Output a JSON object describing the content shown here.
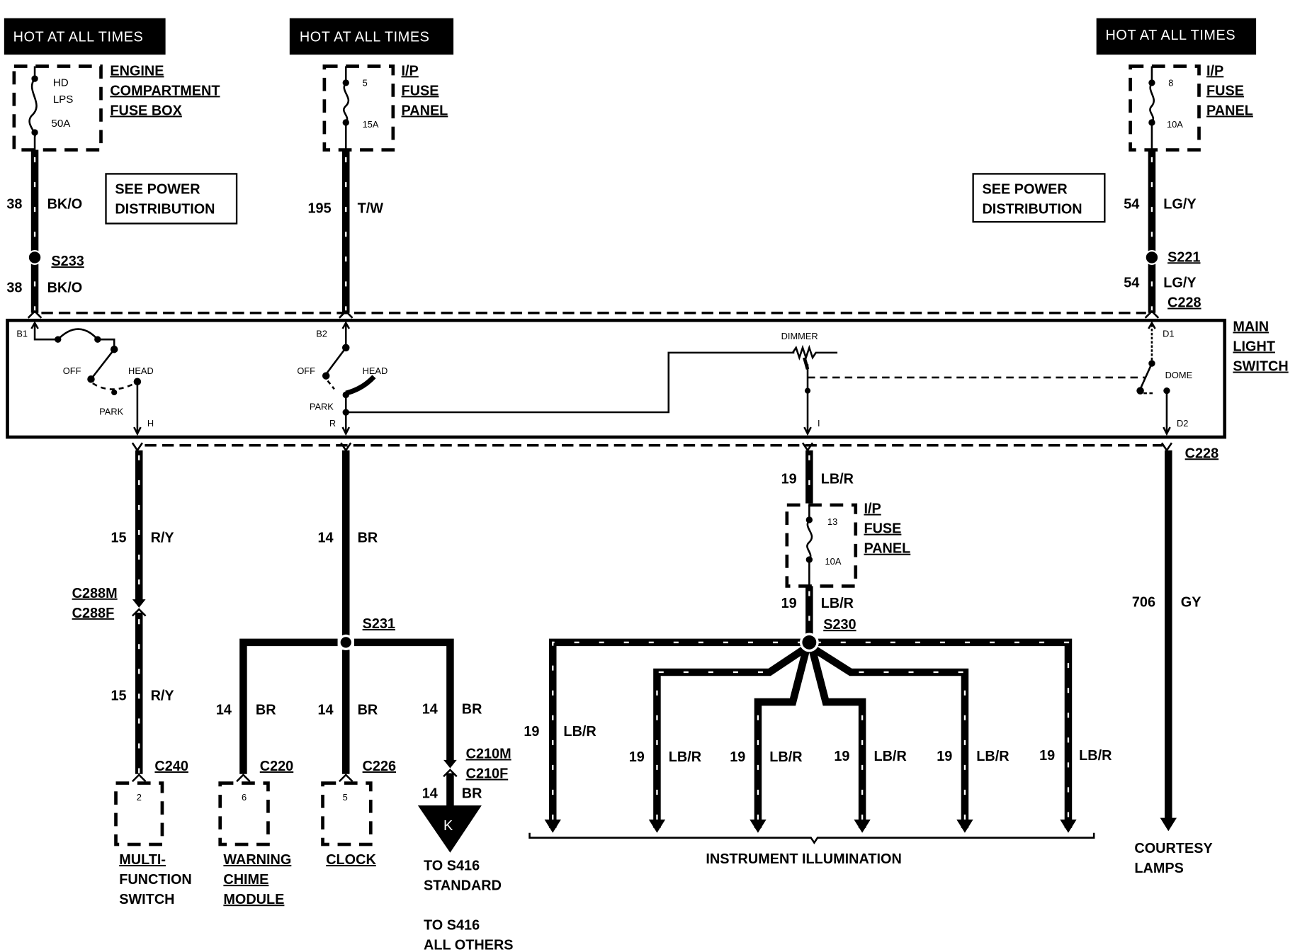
{
  "diagram": {
    "title": "Main Light Switch wiring diagram",
    "power_headers": [
      {
        "label": "HOT AT ALL TIMES"
      },
      {
        "label": "HOT AT ALL TIMES"
      },
      {
        "label": "HOT AT ALL TIMES"
      }
    ],
    "fuses": [
      {
        "box_lines": [
          "ENGINE",
          "COMPARTMENT",
          "FUSE BOX"
        ],
        "id_lines": [
          "HD",
          "LPS"
        ],
        "rating": "50A"
      },
      {
        "box_lines": [
          "I/P",
          "FUSE",
          "PANEL"
        ],
        "number": "5",
        "rating": "15A"
      },
      {
        "box_lines": [
          "I/P",
          "FUSE",
          "PANEL"
        ],
        "number": "8",
        "rating": "10A"
      },
      {
        "box_lines": [
          "I/P",
          "FUSE",
          "PANEL"
        ],
        "number": "13",
        "rating": "10A"
      }
    ],
    "see_power": [
      {
        "lines": [
          "SEE POWER",
          "DISTRIBUTION"
        ]
      },
      {
        "lines": [
          "SEE POWER",
          "DISTRIBUTION"
        ]
      }
    ],
    "wires": {
      "w38a": {
        "circuit": "38",
        "color": "BK/O"
      },
      "w38b": {
        "circuit": "38",
        "color": "BK/O"
      },
      "w195": {
        "circuit": "195",
        "color": "T/W"
      },
      "w54a": {
        "circuit": "54",
        "color": "LG/Y"
      },
      "w54b": {
        "circuit": "54",
        "color": "LG/Y"
      },
      "w15a": {
        "circuit": "15",
        "color": "R/Y"
      },
      "w15b": {
        "circuit": "15",
        "color": "R/Y"
      },
      "w14main": {
        "circuit": "14",
        "color": "BR"
      },
      "w14left": {
        "circuit": "14",
        "color": "BR"
      },
      "w14mid": {
        "circuit": "14",
        "color": "BR"
      },
      "w14right": {
        "circuit": "14",
        "color": "BR"
      },
      "w14k": {
        "circuit": "14",
        "color": "BR"
      },
      "w19top": {
        "circuit": "19",
        "color": "LB/R"
      },
      "w19mid": {
        "circuit": "19",
        "color": "LB/R"
      },
      "w706": {
        "circuit": "706",
        "color": "GY"
      },
      "branches19": [
        {
          "circuit": "19",
          "color": "LB/R"
        },
        {
          "circuit": "19",
          "color": "LB/R"
        },
        {
          "circuit": "19",
          "color": "LB/R"
        },
        {
          "circuit": "19",
          "color": "LB/R"
        },
        {
          "circuit": "19",
          "color": "LB/R"
        },
        {
          "circuit": "19",
          "color": "LB/R"
        }
      ]
    },
    "splices": {
      "s233": "S233",
      "s221": "S221",
      "s231": "S231",
      "s230": "S230"
    },
    "connectors": {
      "c228_top": "C228",
      "c228_bottom": "C228",
      "c288m": "C288M",
      "c288f": "C288F",
      "c240": "C240",
      "c220": "C220",
      "c226": "C226",
      "c210m": "C210M",
      "c210f": "C210F"
    },
    "switch": {
      "name_lines": [
        "MAIN",
        "LIGHT",
        "SWITCH"
      ],
      "pins": {
        "b1": "B1",
        "b2": "B2",
        "d1": "D1",
        "d2": "D2",
        "h": "H",
        "r": "R",
        "i": "I"
      },
      "positions": {
        "off1": "OFF",
        "head1": "HEAD",
        "park1": "PARK",
        "off2": "OFF",
        "head2": "HEAD",
        "park2": "PARK"
      },
      "dimmer": "DIMMER",
      "dome": "DOME"
    },
    "components": [
      {
        "pin": "2",
        "name_lines": [
          "MULTI-",
          "FUNCTION",
          "SWITCH"
        ]
      },
      {
        "pin": "6",
        "name_lines": [
          "WARNING",
          "CHIME",
          "MODULE"
        ]
      },
      {
        "pin": "5",
        "name_lines": [
          "CLOCK"
        ]
      }
    ],
    "offpage": {
      "letter": "K",
      "lines": [
        "TO S416",
        "STANDARD",
        "",
        "TO S416",
        "ALL OTHERS"
      ]
    },
    "instrument_illumination": "INSTRUMENT ILLUMINATION",
    "courtesy_lamps": [
      "COURTESY",
      "LAMPS"
    ]
  }
}
